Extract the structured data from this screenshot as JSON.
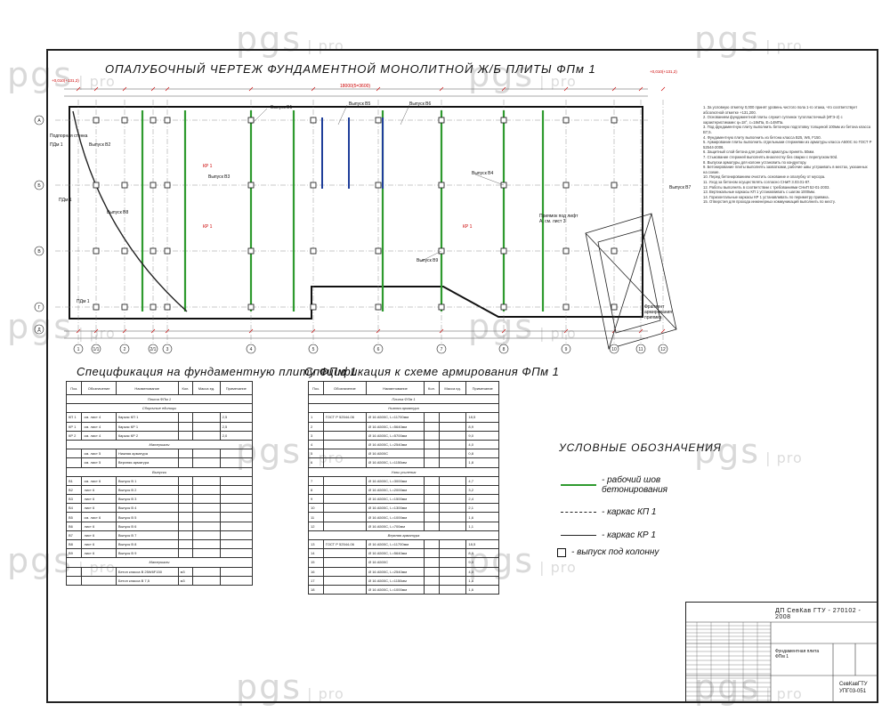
{
  "watermark": {
    "brand": "pgs",
    "sub": "pro"
  },
  "drawing": {
    "title": "ОПАЛУБОЧНЫЙ ЧЕРТЕЖ ФУНДАМЕНТНОЙ МОНОЛИТНОЙ Ж/Б ПЛИТЫ ФПм 1",
    "level_top_left": "+0,010(+131,2)",
    "level_top_right": "+0,010(+131,2)",
    "dim_total": "18000(5=3600)",
    "label_outlet_b1": "Выпуск В1",
    "label_outlet_b2": "Выпуск В2",
    "label_outlet_b3": "Выпуск В3",
    "label_outlet_b4": "Выпуск В4",
    "label_outlet_b5": "Выпуск В5",
    "label_outlet_b6": "Выпуск В6",
    "label_outlet_b7": "Выпуск В7",
    "label_outlet_b8": "Выпуск В8",
    "label_outlet_b9": "Выпуск В9",
    "label_kp1": "КР 1",
    "label_kp1b": "КР 1",
    "label_kp1c": "КР 1",
    "label_pit": "Фрагмент армирования приямка",
    "label_pit_ref": "Приямок под лифт А, см. лист 3",
    "label_pdm": "ПДм 1",
    "label_pdm2": "ПДм 1",
    "label_pdm3": "ПДм 1",
    "label_podsystem": "Подпорная стенка"
  },
  "axes": {
    "letters": [
      "А",
      "Б",
      "В",
      "Г",
      "Д"
    ],
    "numbers": [
      "1",
      "1/1",
      "2",
      "2/1",
      "3",
      "4",
      "5",
      "6",
      "7",
      "8",
      "9",
      "10",
      "11",
      "12"
    ]
  },
  "notes": [
    "1. За условную отметку 0,000 принят уровень чистого пола 1-го этажа, что соответствует абсолютной отметке +131,200.",
    "2. Основанием фундаментной плиты служит суглинок тугопластичный (ИГЭ-2) с характеристиками: φ=18°, c=18кПа, E=14МПа.",
    "3. Под фундаментную плиту выполнить бетонную подготовку толщиной 100мм из бетона класса В7,5.",
    "4. Фундаментную плиту выполнить из бетона класса В25, W6, F150.",
    "5. Армирование плиты выполнить отдельными стержнями из арматуры класса А500С по ГОСТ Р 52544-2006.",
    "6. Защитный слой бетона для рабочей арматуры принять 50мм.",
    "7. Стыкование стержней выполнять внахлестку без сварки с перепуском 50d.",
    "8. Выпуски арматуры для колонн установить по кондуктору.",
    "9. Бетонирование плиты выполнять захватками, рабочие швы устраивать в местах, указанных на схеме.",
    "10. Перед бетонированием очистить основание и опалубку от мусора.",
    "11. Уход за бетоном осуществлять согласно СНиП 3.03.01-87.",
    "12. Работы выполнять в соответствии с требованиями СНиП 52-01-2003.",
    "13. Вертикальные каркасы КП 1 устанавливать с шагом 1000мм.",
    "14. Горизонтальные каркасы КР 1 устанавливать по периметру приямка.",
    "15. Отверстия для прохода инженерных коммуникаций выполнить по месту."
  ],
  "spec_plate": {
    "title": "Спецификация на фундаментную плиту ФПм 1",
    "headers": [
      "Поз.",
      "Обозначение",
      "Наименование",
      "Кол.",
      "Масса ед.",
      "Примечание"
    ],
    "rows": [
      {
        "type": "sec",
        "label": "Плита ФПм 1"
      },
      {
        "type": "sec",
        "label": "Сборочные единицы"
      },
      {
        "type": "row",
        "cells": [
          "КП 1",
          "см. лист 4",
          "Каркас КП 1",
          "",
          "",
          "2,5"
        ]
      },
      {
        "type": "row",
        "cells": [
          "КР 1",
          "см. лист 4",
          "Каркас КР 1",
          "",
          "",
          "2,5"
        ]
      },
      {
        "type": "row",
        "cells": [
          "КР 2",
          "см. лист 4",
          "Каркас КР 2",
          "",
          "",
          "2,0"
        ]
      },
      {
        "type": "sec",
        "label": "Материалы"
      },
      {
        "type": "row",
        "cells": [
          "",
          "см. лист 5",
          "Нижняя арматура",
          "",
          "",
          ""
        ]
      },
      {
        "type": "row",
        "cells": [
          "",
          "см. лист 5",
          "Верхняя арматура",
          "",
          "",
          ""
        ]
      },
      {
        "type": "sec",
        "label": "Выпуски"
      },
      {
        "type": "row",
        "cells": [
          "В1",
          "см. лист 6",
          "Выпуск В 1",
          "",
          "",
          ""
        ]
      },
      {
        "type": "row",
        "cells": [
          "В2",
          "лист 6",
          "Выпуск В 2",
          "",
          "",
          ""
        ]
      },
      {
        "type": "row",
        "cells": [
          "В3",
          "лист 6",
          "Выпуск В 3",
          "",
          "",
          ""
        ]
      },
      {
        "type": "row",
        "cells": [
          "В4",
          "лист 6",
          "Выпуск В 4",
          "",
          "",
          ""
        ]
      },
      {
        "type": "row",
        "cells": [
          "В5",
          "см. лист 6",
          "Выпуск В 5",
          "",
          "",
          ""
        ]
      },
      {
        "type": "row",
        "cells": [
          "В6",
          "лист 6",
          "Выпуск В 6",
          "",
          "",
          ""
        ]
      },
      {
        "type": "row",
        "cells": [
          "В7",
          "лист 6",
          "Выпуск В 7",
          "",
          "",
          ""
        ]
      },
      {
        "type": "row",
        "cells": [
          "В8",
          "лист 6",
          "Выпуск В 8",
          "",
          "",
          ""
        ]
      },
      {
        "type": "row",
        "cells": [
          "В9",
          "лист 6",
          "Выпуск В 9",
          "",
          "",
          ""
        ]
      },
      {
        "type": "sec",
        "label": "Материалы"
      },
      {
        "type": "row",
        "cells": [
          "",
          "",
          "Бетон класса В 25W6F150",
          "м3",
          "",
          ""
        ]
      },
      {
        "type": "row",
        "cells": [
          "",
          "",
          "Бетон класса В 7,5",
          "м3",
          "",
          ""
        ]
      }
    ]
  },
  "spec_reinf": {
    "title": "Спецификация к схеме армирования ФПм 1",
    "headers": [
      "Поз.",
      "Обозначение",
      "Наименование",
      "Кол.",
      "Масса ед.",
      "Примечание"
    ],
    "rows": [
      {
        "type": "sec",
        "label": "Плита ФПм 1"
      },
      {
        "type": "sec",
        "label": "Нижняя арматура"
      },
      {
        "type": "row",
        "cells": [
          "1",
          "ГОСТ Р 52544-06",
          "Ø 16 А500С, L=11700мм",
          "",
          "",
          "18,5"
        ]
      },
      {
        "type": "row",
        "cells": [
          "2",
          "",
          "Ø 16 А500С, L=5640мм",
          "",
          "",
          "8,9"
        ]
      },
      {
        "type": "row",
        "cells": [
          "3",
          "",
          "Ø 16 А500С, L=5700мм",
          "",
          "",
          "9,0"
        ]
      },
      {
        "type": "row",
        "cells": [
          "4",
          "",
          "Ø 16 А500С, L=2540мм",
          "",
          "",
          "4,0"
        ]
      },
      {
        "type": "row",
        "cells": [
          "5",
          "",
          "Ø 16 А500С",
          "",
          "",
          "0,8"
        ]
      },
      {
        "type": "row",
        "cells": [
          "6",
          "",
          "Ø 16 А500С, L=1150мм",
          "",
          "",
          "1,8"
        ]
      },
      {
        "type": "sec",
        "label": "Узлы усиления"
      },
      {
        "type": "row",
        "cells": [
          "7",
          "",
          "Ø 16 А500С, L=3000мм",
          "",
          "",
          "4,7"
        ]
      },
      {
        "type": "row",
        "cells": [
          "8",
          "",
          "Ø 16 А500С, L=2000мм",
          "",
          "",
          "3,2"
        ]
      },
      {
        "type": "row",
        "cells": [
          "9",
          "",
          "Ø 16 А500С, L=1500мм",
          "",
          "",
          "2,4"
        ]
      },
      {
        "type": "row",
        "cells": [
          "10",
          "",
          "Ø 16 А500С, L=1300мм",
          "",
          "",
          "2,1"
        ]
      },
      {
        "type": "row",
        "cells": [
          "11",
          "",
          "Ø 16 А500С, L=1000мм",
          "",
          "",
          "1,6"
        ]
      },
      {
        "type": "row",
        "cells": [
          "12",
          "",
          "Ø 16 А500С, L=700мм",
          "",
          "",
          "1,1"
        ]
      },
      {
        "type": "sec",
        "label": "Верхняя арматура"
      },
      {
        "type": "row",
        "cells": [
          "13",
          "ГОСТ Р 52544-06",
          "Ø 16 А500С, L=11700мм",
          "",
          "",
          "18,5"
        ]
      },
      {
        "type": "row",
        "cells": [
          "14",
          "",
          "Ø 16 А500С, L=5640мм",
          "",
          "",
          "8,9"
        ]
      },
      {
        "type": "row",
        "cells": [
          "15",
          "",
          "Ø 16 А500С",
          "",
          "",
          "9,0"
        ]
      },
      {
        "type": "row",
        "cells": [
          "16",
          "",
          "Ø 16 А500С, L=2540мм",
          "",
          "",
          "4,0"
        ]
      },
      {
        "type": "row",
        "cells": [
          "17",
          "",
          "Ø 16 А500С, L=1150мм",
          "",
          "",
          "1,8"
        ]
      },
      {
        "type": "row",
        "cells": [
          "18",
          "",
          "Ø 16 А500С, L=1000мм",
          "",
          "",
          "1,6"
        ]
      }
    ]
  },
  "legend": {
    "title": "УСЛОВНЫЕ ОБОЗНАЧЕНИЯ",
    "work_joint": "- рабочий шов бетонирования",
    "kp1": "- каркас КП 1",
    "kr1": "- каркас КР 1",
    "column_outlet": "- выпуск под колонну",
    "color_joint": "#2e9a2e"
  },
  "stamp": {
    "code": "ДП  СевКав  ГТУ - 270102 - 2008",
    "sheet_title": "Фундаментная плита ФПм 1",
    "org_line1": "СевКавГТУ",
    "org_line2": "УПГ03-051"
  }
}
